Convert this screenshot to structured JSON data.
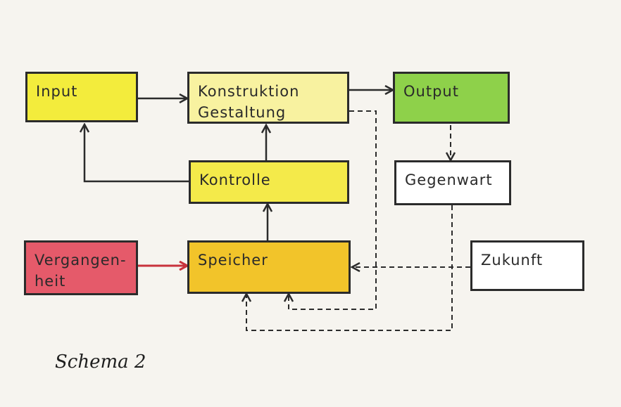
{
  "colors": {
    "background": "#f6f4ef",
    "ink": "#2b2b2b",
    "input": "#f3ec3c",
    "konstruktion": "#f8f2a0",
    "output": "#8ed14a",
    "kontrolle": "#f4ea4a",
    "speicher": "#f2c42a",
    "vergangenheit": "#e55a6a",
    "white": "#ffffff",
    "red_arrow": "#c8323c"
  },
  "boxes": {
    "input": {
      "lines": [
        "Input"
      ]
    },
    "konstruktion": {
      "lines": [
        "Konstruktion",
        "Gestaltung"
      ]
    },
    "output": {
      "lines": [
        "Output"
      ]
    },
    "gegenwart": {
      "lines": [
        "Gegenwart"
      ]
    },
    "kontrolle": {
      "lines": [
        "Kontrolle"
      ]
    },
    "vergangenheit": {
      "lines": [
        "Vergangen-",
        "heit"
      ]
    },
    "speicher": {
      "lines": [
        "Speicher"
      ]
    },
    "zukunft": {
      "lines": [
        "Zukunft"
      ]
    }
  },
  "connections": [
    {
      "from": "Input",
      "to": "Konstruktion Gestaltung",
      "style": "solid"
    },
    {
      "from": "Konstruktion Gestaltung",
      "to": "Output",
      "style": "solid"
    },
    {
      "from": "Kontrolle",
      "to": "Konstruktion Gestaltung",
      "style": "solid"
    },
    {
      "from": "Kontrolle",
      "to": "Input",
      "style": "solid"
    },
    {
      "from": "Speicher",
      "to": "Kontrolle",
      "style": "solid"
    },
    {
      "from": "Vergangenheit",
      "to": "Speicher",
      "style": "solid"
    },
    {
      "from": "Output",
      "to": "Gegenwart",
      "style": "dashed"
    },
    {
      "from": "Konstruktion Gestaltung",
      "to": "Speicher",
      "style": "dashed"
    },
    {
      "from": "Gegenwart",
      "to": "Speicher",
      "style": "dashed"
    },
    {
      "from": "Zukunft",
      "to": "Speicher",
      "style": "dashed"
    }
  ],
  "caption": "Schema 2"
}
